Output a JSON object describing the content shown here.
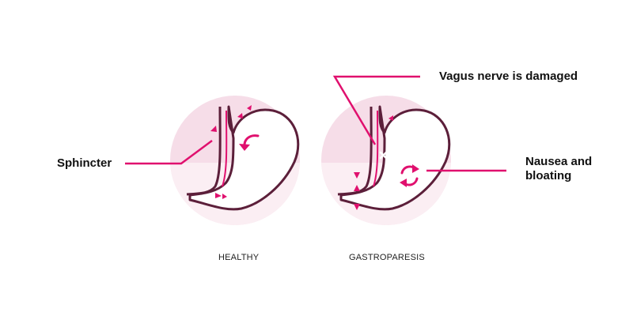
{
  "colors": {
    "accent": "#e0106e",
    "outline": "#5c1f3a",
    "circle_fill": "#f6dde8",
    "circle_fill_light": "#fbeef3",
    "stomach_fill": "#ffffff",
    "marker": "#e0106e"
  },
  "labels": {
    "sphincter": "Sphincter",
    "vagus": "Vagus nerve is damaged",
    "nausea": "Nausea and bloating"
  },
  "captions": {
    "healthy": "HEALTHY",
    "gastroparesis": "GASTROPARESIS"
  },
  "icons": {
    "healthy_flow": "curved-arrow-icon",
    "gastro_flow": "refresh-cycle-icon",
    "nerve_damage": "x-mark-icon"
  }
}
